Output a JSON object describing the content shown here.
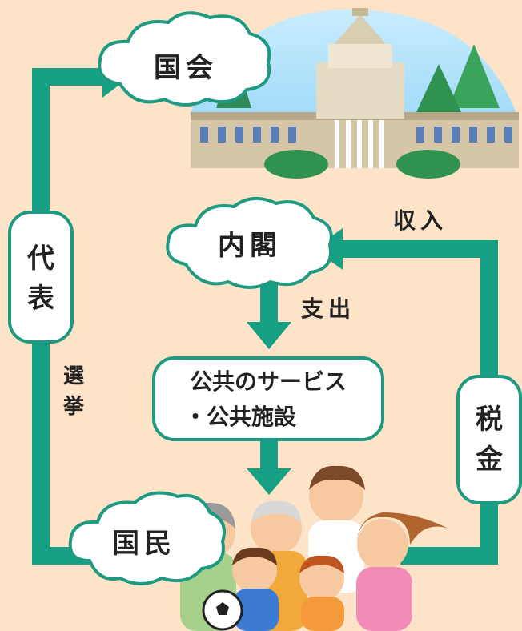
{
  "nodes": {
    "diet": "国会",
    "cabinet": "内閣",
    "public_service_line1": "公共のサービス",
    "public_service_line2": "・公共施設",
    "citizens": "国民"
  },
  "edges": {
    "representation": [
      "代",
      "表"
    ],
    "election": [
      "選",
      "挙"
    ],
    "income": "収入",
    "expenditure": "支出",
    "tax": [
      "税",
      "金"
    ]
  },
  "colors": {
    "background": "#fde3c8",
    "arrow": "#16a085",
    "border": "#1f9a82",
    "box_fill": "#ffffff"
  }
}
